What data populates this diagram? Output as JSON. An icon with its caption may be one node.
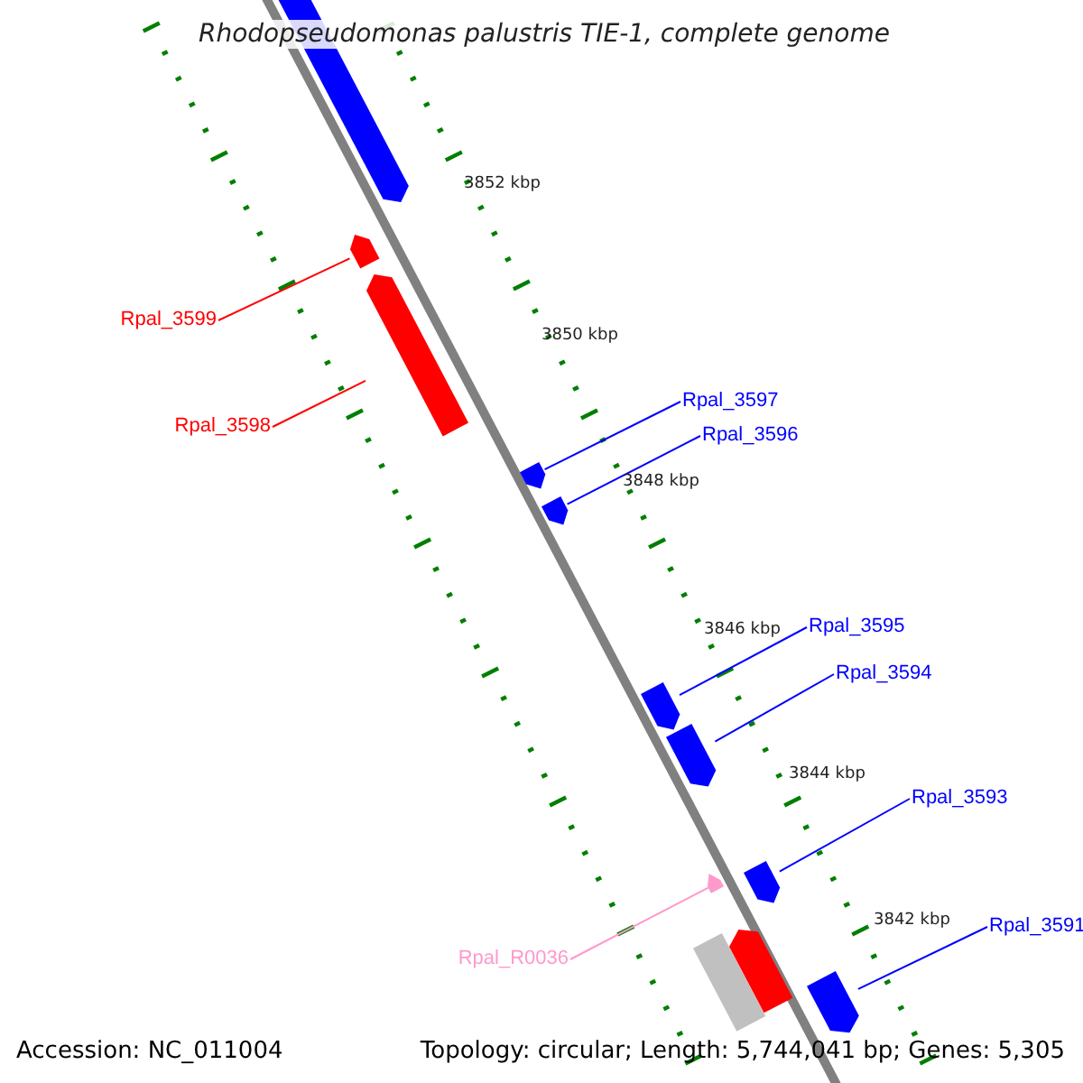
{
  "diagram": {
    "title": "Rhodopseudomonas palustris TIE-1, complete genome",
    "nodes": [
      {
        "text": [
          "Rpal_3599"
        ]
      },
      {
        "text": [
          "Rpal_3598"
        ]
      },
      {
        "text": [
          "Rpal_3597"
        ]
      },
      {
        "text": [
          "Rpal_3596"
        ]
      },
      {
        "text": [
          "Rpal_3595"
        ]
      },
      {
        "text": [
          "Rpal_3594"
        ]
      },
      {
        "text": [
          "Rpal_3593"
        ]
      },
      {
        "text": [
          "Rpal_3591"
        ]
      },
      {
        "text": [
          "Rpal_R0036"
        ]
      },
      {
        "text": [],
        "shape": "bar"
      },
      {
        "text": [],
        "shape": "bar"
      },
      {
        "text": [],
        "shape": "bar"
      },
      {
        "text": [],
        "shape": "bar"
      },
      {
        "text": [],
        "shape": "bar"
      },
      {
        "text": [],
        "shape": "bar"
      },
      {
        "text": [],
        "shape": "bar"
      },
      {
        "text": [],
        "shape": "bar"
      },
      {
        "text": [],
        "shape": "bar"
      },
      {
        "text": [],
        "shape": "bar"
      },
      {
        "text": [],
        "shape": "bar"
      },
      {
        "text": [],
        "shape": "bar"
      }
    ],
    "edges": [
      {
        "from": 0,
        "to": 10,
        "arrow": "none",
        "color": "#ff0000"
      },
      {
        "from": 1,
        "to": 11,
        "arrow": "none",
        "color": "#ff0000"
      },
      {
        "from": 2,
        "to": 12,
        "arrow": "none"
      },
      {
        "from": 3,
        "to": 13,
        "arrow": "none"
      },
      {
        "from": 4,
        "to": 14,
        "arrow": "none"
      },
      {
        "from": 5,
        "to": 15,
        "arrow": "none"
      },
      {
        "from": 6,
        "to": 16,
        "arrow": "none"
      },
      {
        "from": 7,
        "to": 20,
        "arrow": "none"
      },
      {
        "from": 8,
        "to": 17,
        "arrow": "none",
        "color": "#ff99cc"
      }
    ],
    "labels": [
      "3852 kbp",
      "3850 kbp",
      "3848 kbp",
      "3846 kbp",
      "3844 kbp",
      "3842 kbp",
      "Accession: NC_011004",
      "Topology: circular; Length: 5,744,041 bp; Genes: 5,305"
    ]
  }
}
